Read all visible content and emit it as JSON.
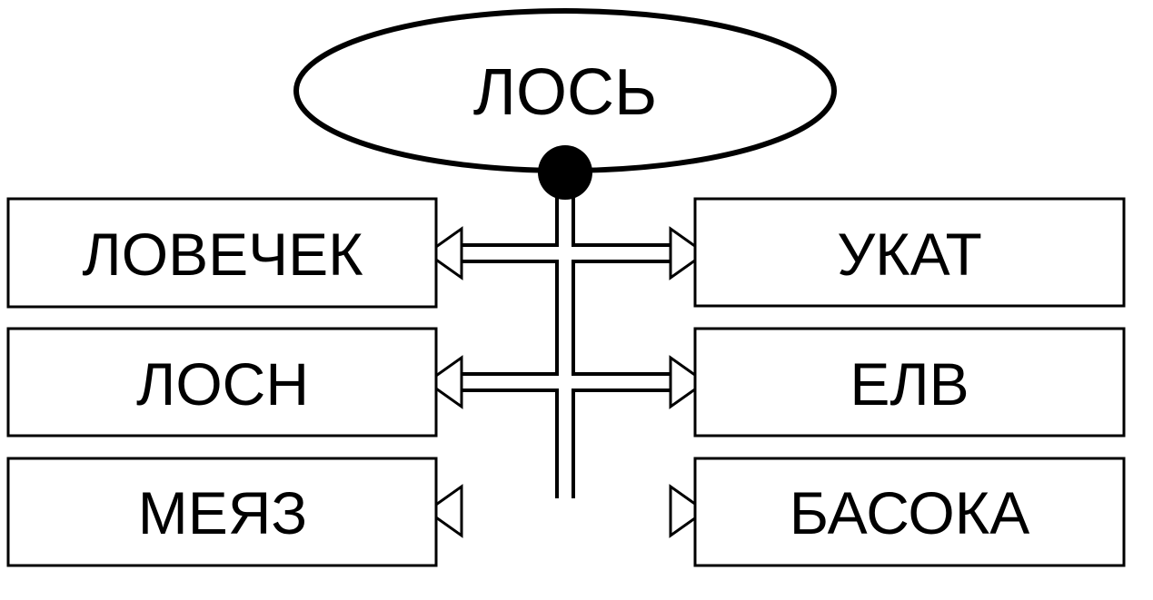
{
  "diagram": {
    "root": {
      "label": "ЛОСЬ"
    },
    "left_items": [
      {
        "label": "ЛОВЕЧЕК"
      },
      {
        "label": "ЛОСН"
      },
      {
        "label": "МЕЯЗ"
      }
    ],
    "right_items": [
      {
        "label": "УКАТ"
      },
      {
        "label": "ЕЛВ"
      },
      {
        "label": "БАСОКА"
      }
    ],
    "colors": {
      "stroke": "#000000",
      "fill": "#ffffff",
      "junction": "#000000"
    }
  }
}
